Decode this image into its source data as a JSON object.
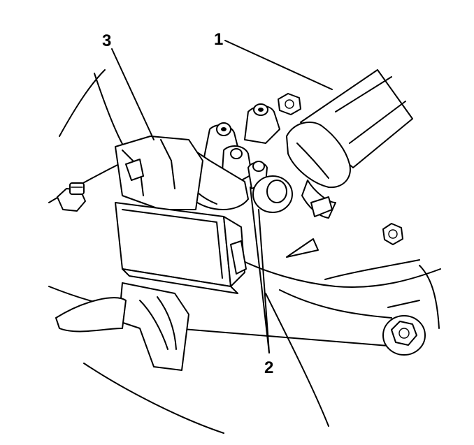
{
  "callouts": [
    {
      "id": "1",
      "label": "1"
    },
    {
      "id": "2",
      "label": "2"
    },
    {
      "id": "3",
      "label": "3"
    }
  ],
  "colors": {
    "ink": "#000000",
    "paper": "#ffffff"
  }
}
